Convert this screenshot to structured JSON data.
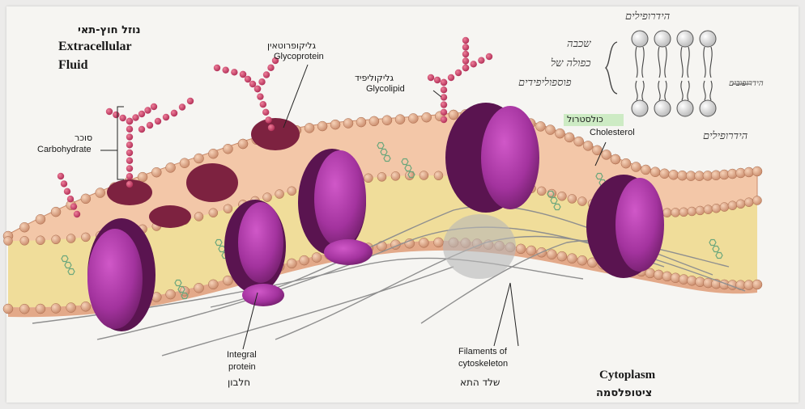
{
  "labels": {
    "extracellular_he": "נוזל חוץ-תאי",
    "extracellular_en_1": "Extracellular",
    "extracellular_en_2": "Fluid",
    "glycoprotein_he": "גליקופרוטאין",
    "glycoprotein_en": "Glycoprotein",
    "glycolipid_he": "גליקוליפיד",
    "glycolipid_en": "Glycolipid",
    "carbohydrate_he": "סוכר",
    "carbohydrate_en": "Carbohydrate",
    "cholesterol_he": "כולסטרול",
    "cholesterol_en": "Cholesterol",
    "integral_en_1": "Integral",
    "integral_en_2": "protein",
    "integral_he": "חלבון",
    "filaments_en_1": "Filaments of",
    "filaments_en_2": "cytoskeleton",
    "filaments_he": "שלד התא",
    "cytoplasm_en": "Cytoplasm",
    "cytoplasm_he": "ציטופלסמה"
  },
  "handwritten": {
    "hydrophilic_top": "הידרופילים",
    "bilayer_1": "שכבה",
    "bilayer_2": "כפולה של",
    "bilayer_3": "פוספוליפידים",
    "hydrophobic": "הידרופובים",
    "hydrophilic_bottom": "הידרופילים"
  },
  "colors": {
    "protein": "#a3339e",
    "protein_dark": "#5a1450",
    "bead": "#e3a989",
    "membrane": "#f0dd9a",
    "sugar": "#c9436a",
    "cholesterol": "#7fb08a",
    "cholesterol_highlight": "#bfe7b4"
  }
}
